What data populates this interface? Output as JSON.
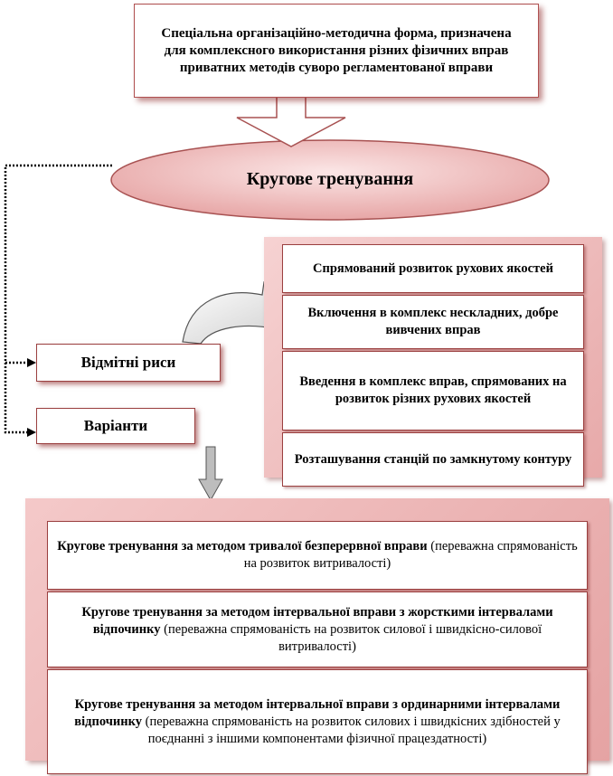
{
  "definition": "Спеціальна організаційно-методична форма, призначена для комплексного використання різних фізичних вправ приватних методів суворо регламентованої вправи",
  "title": "Кругове тренування",
  "features_label": "Відмітні риси",
  "variants_label": "Варіанти",
  "features": [
    "Спрямований розвиток рухових якостей",
    "Включення в комплекс нескладних, добре вивчених вправ",
    "Введення в комплекс вправ, спрямованих на розвиток різних рухових якостей",
    "Розташування станцій по замкнутому контуру"
  ],
  "variants": [
    {
      "bold": "Кругове тренування за методом тривалої безперервної вправи",
      "normal": "(переважна спрямованість на розвиток витривалості)"
    },
    {
      "bold": "Кругове тренування за методом інтервальної вправи з жорсткими інтервалами відпочинку",
      "normal": "(переважна спрямованість на розвиток силової і швидкісно-силової витривалості)"
    },
    {
      "bold": "Кругове тренування за методом інтервальної вправи з ординарними інтервалами відпочинку",
      "normal": "(переважна спрямованість на розвиток силових і швидкісних здібностей у поєднанні з іншими компонентами фізичної працездатності)"
    }
  ],
  "colors": {
    "border": "#9b4040",
    "ellipse_fill": "#f3c7c7",
    "panel_fill": "#eebcbc"
  }
}
